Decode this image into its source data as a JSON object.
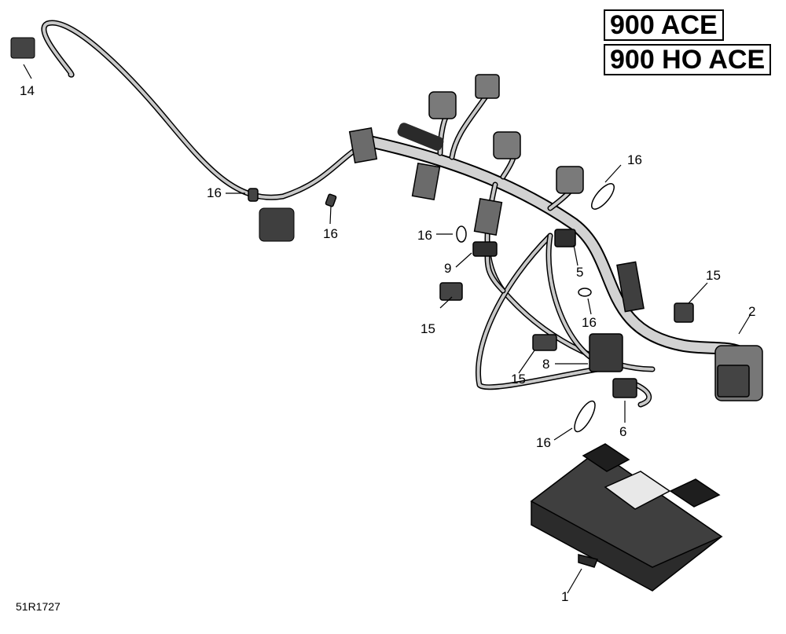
{
  "models": [
    "900 ACE",
    "900 HO ACE"
  ],
  "reference_code": "51R1727",
  "callouts": [
    "14",
    "16",
    "16",
    "16",
    "9",
    "5",
    "16",
    "15",
    "15",
    "16",
    "2",
    "8",
    "15",
    "6",
    "16",
    "1"
  ],
  "colors": {
    "line": "#000000",
    "harness": "#c9c9c9",
    "connector": "#555555",
    "ecm_body": "#3a3a3a",
    "ecm_dark": "#1e1e1e",
    "label": "#e8e8e8"
  }
}
